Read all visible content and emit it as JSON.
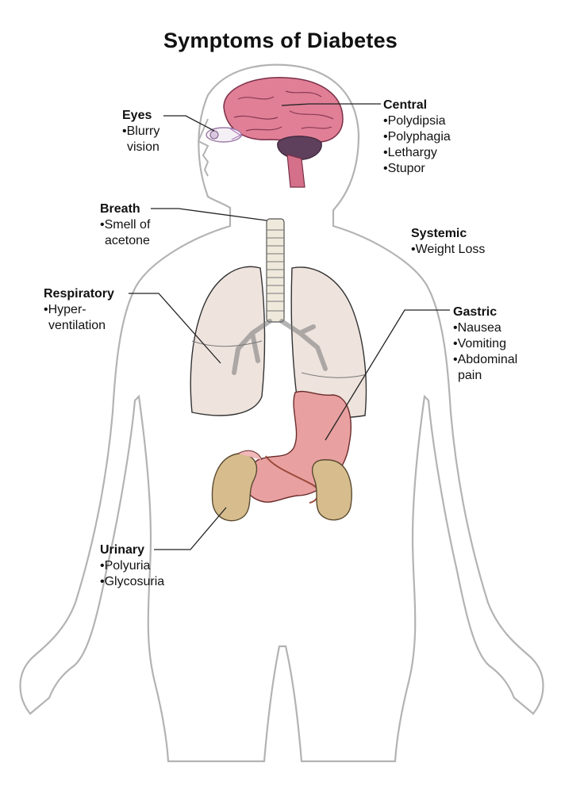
{
  "title": "Symptoms of Diabetes",
  "labels": {
    "eyes": {
      "heading": "Eyes",
      "items": [
        "•Blurry",
        "vision"
      ]
    },
    "central": {
      "heading": "Central",
      "items": [
        "•Polydipsia",
        "•Polyphagia",
        "•Lethargy",
        "•Stupor"
      ]
    },
    "breath": {
      "heading": "Breath",
      "items": [
        "•Smell of",
        "acetone"
      ]
    },
    "systemic": {
      "heading": "Systemic",
      "items": [
        "•Weight Loss"
      ]
    },
    "respiratory": {
      "heading": "Respiratory",
      "items": [
        "•Hyper-",
        "ventilation"
      ]
    },
    "gastric": {
      "heading": "Gastric",
      "items": [
        "•Nausea",
        "•Vomiting",
        "•Abdominal",
        "pain"
      ]
    },
    "urinary": {
      "heading": "Urinary",
      "items": [
        "•Polyuria",
        "•Glycosuria"
      ]
    }
  },
  "colors": {
    "outline": "#b3b3b3",
    "brain": "#e07f96",
    "cerebellum": "#5e3f5c",
    "brainstem": "#d4708a",
    "lungs": "#eee3dd",
    "trachea": "#efe9dc",
    "stomach": "#e9a0a0",
    "kidneys": "#d7bd8e",
    "leader": "#222222"
  },
  "icons": [
    "eye-icon",
    "brain-icon",
    "lungs-icon",
    "trachea-icon",
    "stomach-icon",
    "kidney-icon"
  ]
}
